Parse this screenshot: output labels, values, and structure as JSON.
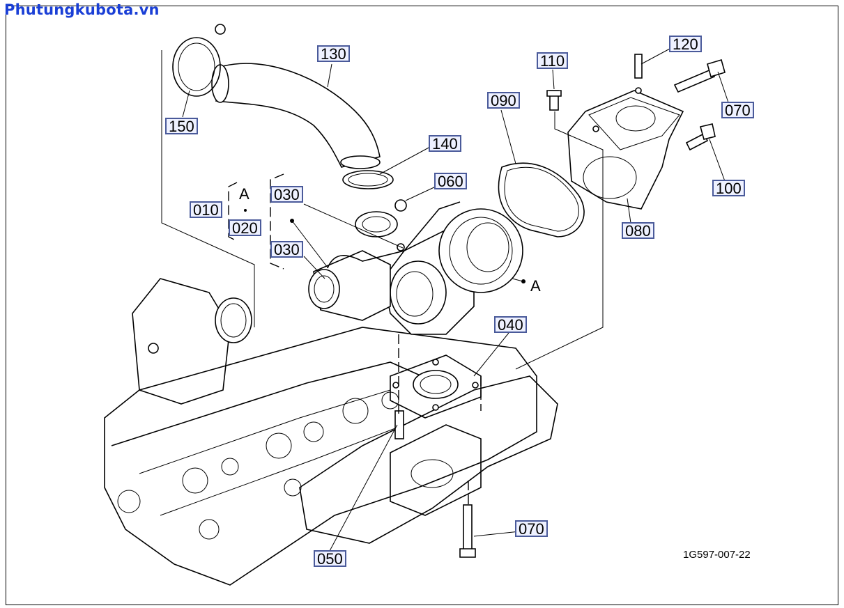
{
  "watermark": "Phutungkubota.vn",
  "drawing_code": "1G597-007-22",
  "detail_label": "A",
  "callouts": {
    "c010": "010",
    "c020": "020",
    "c030a": "030",
    "c030b": "030",
    "c040": "040",
    "c050": "050",
    "c060": "060",
    "c070a": "070",
    "c070b": "070",
    "c080": "080",
    "c090": "090",
    "c100": "100",
    "c110": "110",
    "c120": "120",
    "c130": "130",
    "c140": "140",
    "c150": "150"
  }
}
